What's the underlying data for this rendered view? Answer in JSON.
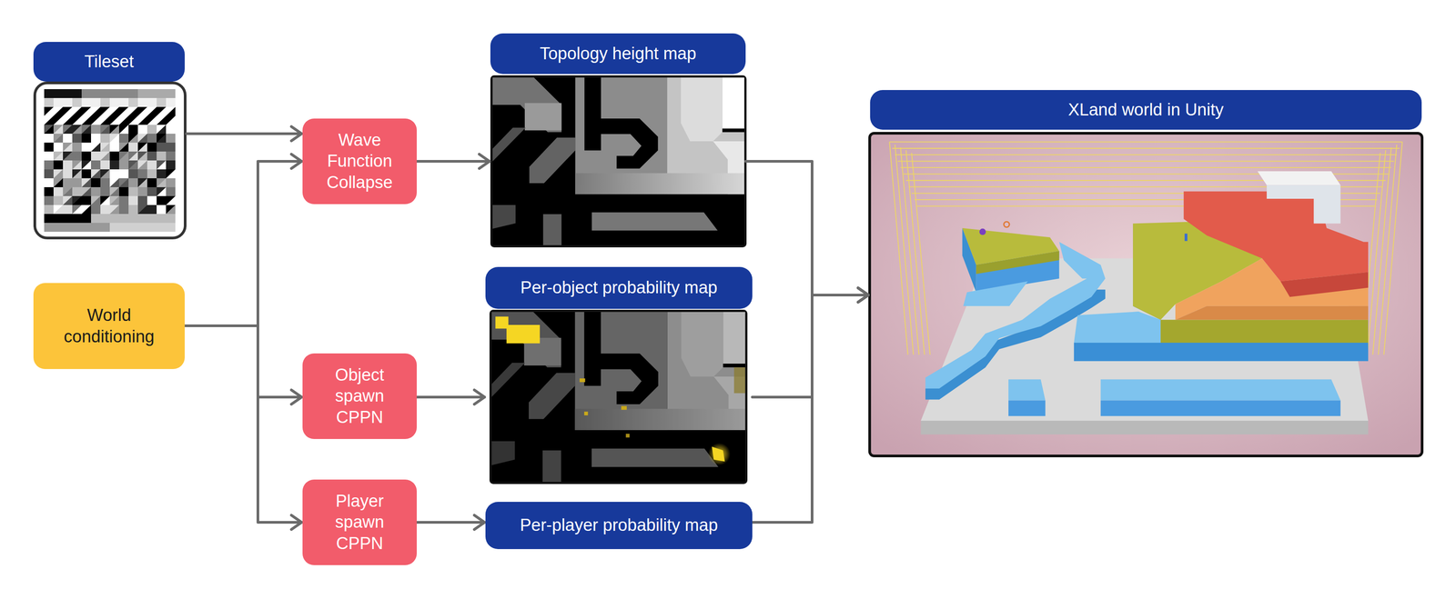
{
  "diagram": {
    "nodes": [
      {
        "text": [
          "Tileset"
        ]
      },
      {
        "text": [
          "World conditioning"
        ]
      },
      {
        "text": [
          "Wave Function Collapse"
        ]
      },
      {
        "text": [
          "Object spawn CPPN"
        ]
      },
      {
        "text": [
          "Player spawn CPPN"
        ]
      },
      {
        "text": [
          "Topology height map"
        ]
      },
      {
        "text": [
          "Per-object probability map"
        ]
      },
      {
        "text": [
          "Per-player probability map"
        ]
      },
      {
        "text": [
          "XLand world in Unity"
        ]
      }
    ],
    "edges": [
      {
        "from": 0,
        "to": 2,
        "arrow": "to"
      },
      {
        "from": 1,
        "to": 2,
        "arrow": "to"
      },
      {
        "from": 1,
        "to": 3,
        "arrow": "to"
      },
      {
        "from": 1,
        "to": 4,
        "arrow": "to"
      },
      {
        "from": 2,
        "to": 5,
        "arrow": "to"
      },
      {
        "from": 3,
        "to": 6,
        "arrow": "to"
      },
      {
        "from": 4,
        "to": 7,
        "arrow": "to"
      },
      {
        "from": 5,
        "to": 8,
        "arrow": "to"
      },
      {
        "from": 6,
        "to": 8,
        "arrow": "to"
      },
      {
        "from": 7,
        "to": 8,
        "arrow": "to"
      }
    ]
  }
}
